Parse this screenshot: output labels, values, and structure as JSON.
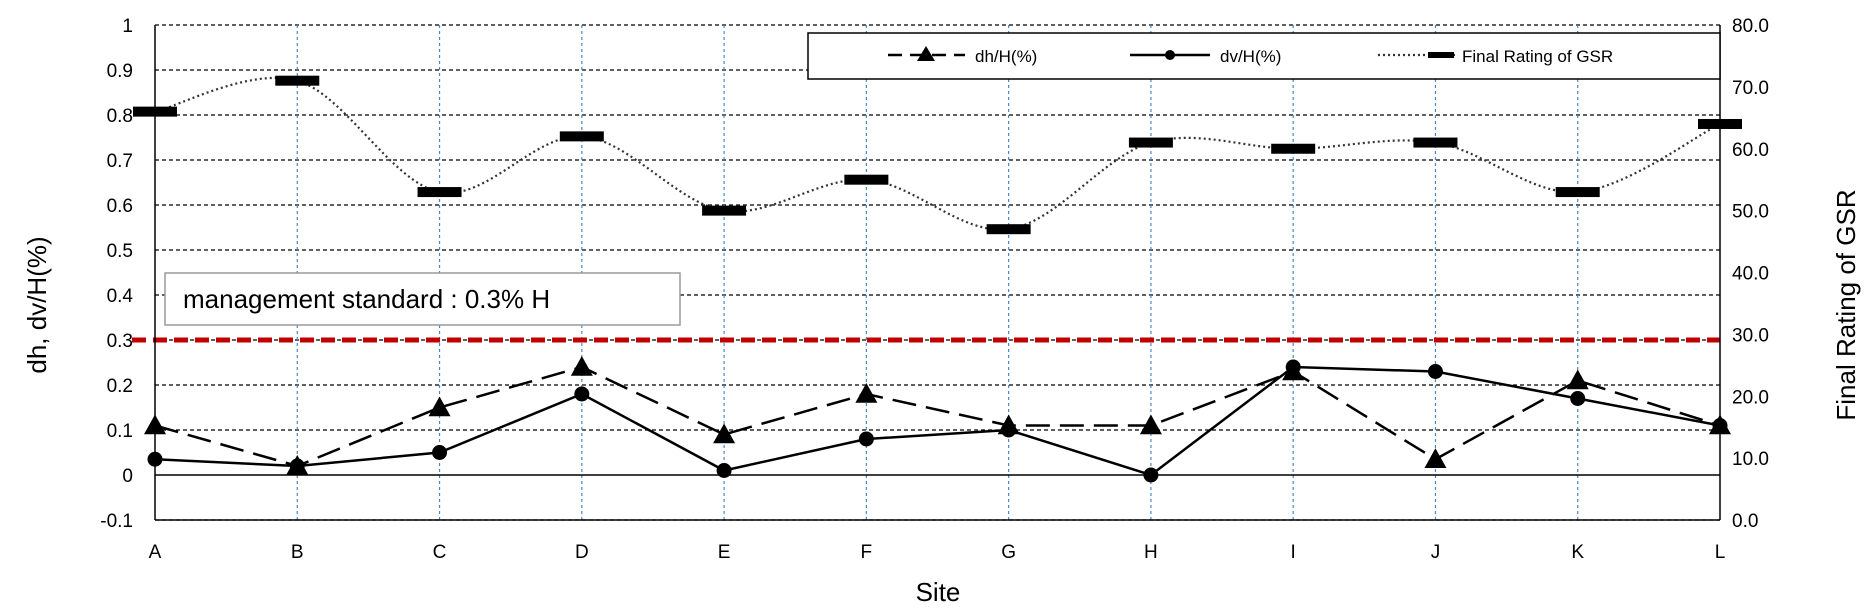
{
  "chart_data": {
    "type": "line",
    "categories": [
      "A",
      "B",
      "C",
      "D",
      "E",
      "F",
      "G",
      "H",
      "I",
      "J",
      "K",
      "L"
    ],
    "xlabel": "Site",
    "ylabel": "dh, dv/H(%)",
    "y2label": "Final Rating of GSR",
    "ylim": [
      -0.1,
      1
    ],
    "y_ticks": [
      "-0.1",
      "0",
      "0.1",
      "0.2",
      "0.3",
      "0.4",
      "0.5",
      "0.6",
      "0.7",
      "0.8",
      "0.9",
      "1"
    ],
    "y2lim": [
      0,
      80
    ],
    "y2_ticks": [
      "0.0",
      "10.0",
      "20.0",
      "30.0",
      "40.0",
      "50.0",
      "60.0",
      "70.0",
      "80.0"
    ],
    "grid": true,
    "legend_position": "top-right",
    "series": [
      {
        "name": "dh/H(%)",
        "axis": "left",
        "style": "dashed",
        "marker": "triangle",
        "values": [
          0.11,
          0.02,
          0.15,
          0.24,
          0.09,
          0.18,
          0.11,
          0.11,
          0.23,
          0.035,
          0.21,
          0.11
        ]
      },
      {
        "name": "dv/H(%)",
        "axis": "left",
        "style": "solid",
        "marker": "circle",
        "values": [
          0.035,
          0.02,
          0.05,
          0.18,
          0.01,
          0.08,
          0.1,
          0.0,
          0.24,
          0.23,
          0.17,
          0.11
        ]
      },
      {
        "name": "Final Rating of GSR",
        "axis": "right",
        "style": "dotted",
        "marker": "dash",
        "values": [
          66,
          71,
          53,
          62,
          50,
          55,
          47,
          61,
          60,
          61,
          53,
          64
        ]
      }
    ],
    "reference_line": {
      "value": 0.3,
      "color": "#c00000"
    },
    "annotation": "management standard : 0.3% H"
  }
}
